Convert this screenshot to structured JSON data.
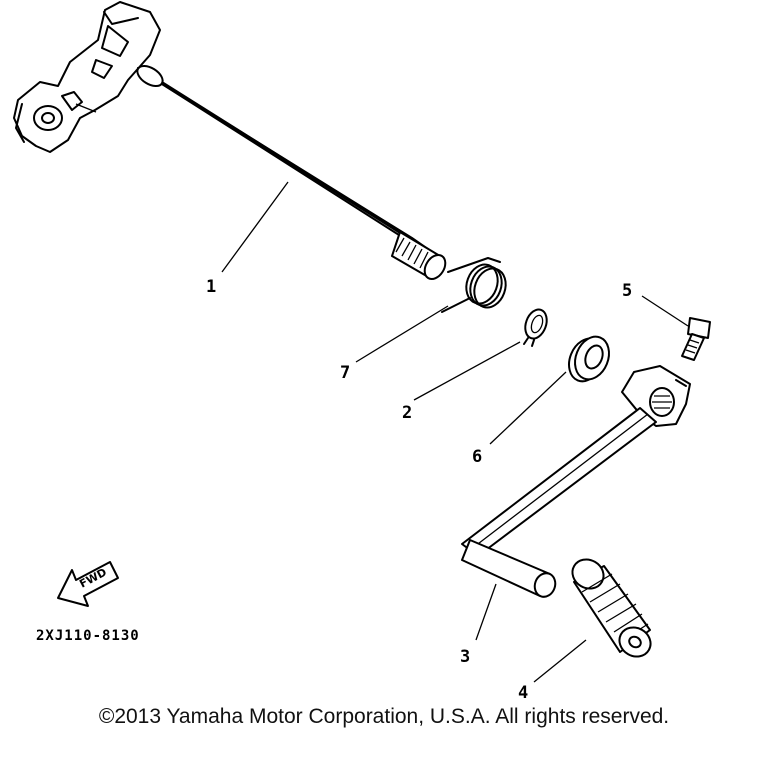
{
  "diagram": {
    "callouts": {
      "p1": "1",
      "p2": "2",
      "p3": "3",
      "p4": "4",
      "p5": "5",
      "p6": "6",
      "p7": "7"
    },
    "direction_badge": "FWD",
    "part_code": "2XJ110-8130"
  },
  "footer": {
    "copyright": "©2013 Yamaha Motor Corporation, U.S.A. All rights reserved."
  }
}
